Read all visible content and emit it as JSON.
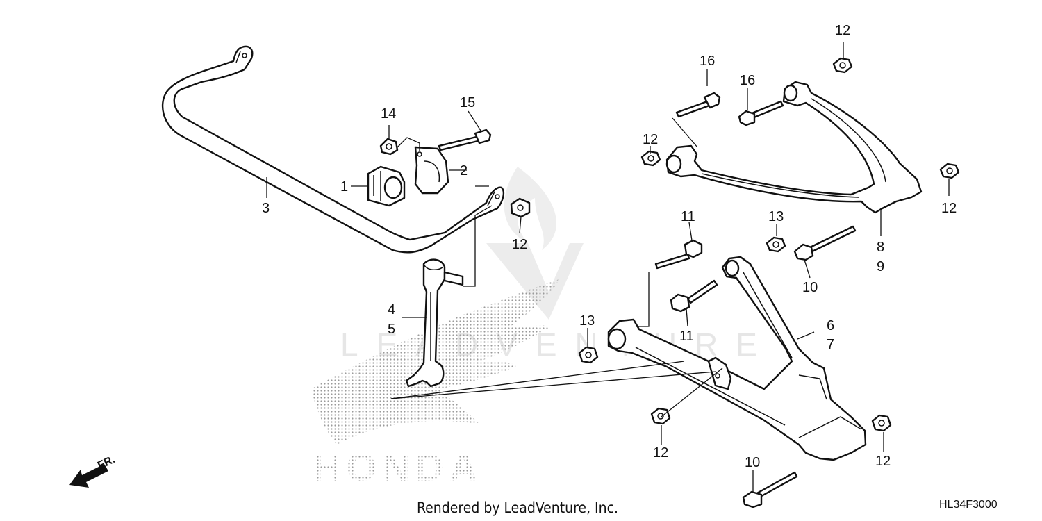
{
  "diagram": {
    "watermark_text": "LEADVENTURE",
    "brand_mark_text": "HONDA",
    "footer_credit": "Rendered by LeadVenture, Inc.",
    "diagram_code": "HL34F3000",
    "direction_label": "FR.",
    "callouts": {
      "c1": "1",
      "c2": "2",
      "c3": "3",
      "c4": "4",
      "c5": "5",
      "c6": "6",
      "c7": "7",
      "c8": "8",
      "c9": "9",
      "c10a": "10",
      "c10b": "10",
      "c11a": "11",
      "c11b": "11",
      "c12a": "12",
      "c12b": "12",
      "c12c": "12",
      "c12d": "12",
      "c12e": "12",
      "c12f": "12",
      "c13a": "13",
      "c13b": "13",
      "c14": "14",
      "c15": "15",
      "c16a": "16",
      "c16b": "16"
    }
  }
}
